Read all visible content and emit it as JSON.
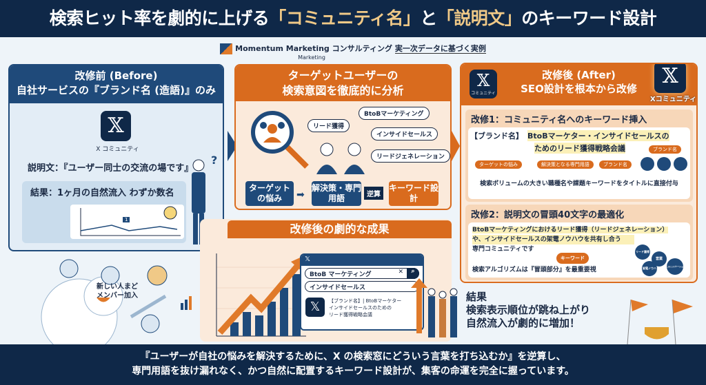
{
  "header": {
    "title_a": "検索ヒット率を劇的に上げる",
    "title_q1": "「コミュニティ名」",
    "title_b": "と",
    "title_q2": "「説明文」",
    "title_c": "のキーワード設計"
  },
  "brand": {
    "name": "Momentum Marketing",
    "sub": "Marketing",
    "company": "コンサルティング",
    "tagline": "実一次データに基づく実例"
  },
  "before": {
    "title1": "改修前 (Before)",
    "title2": "自社サービスの『ブランド名 (造語)』のみ",
    "app_label": "X コミュニティ",
    "description": "説明文：『ユーザー同士の交流の場です』",
    "question": "?",
    "result": "結果：1ヶ月の自然流入 わずか数名",
    "chart_marker": "1"
  },
  "analysis": {
    "title1": "ターゲットユーザーの",
    "title2": "検索意図を徹底的に分析",
    "bubbles": [
      "リード獲得",
      "BtoBマーケティング",
      "インサイドセールス",
      "リードジェネレーション"
    ],
    "flow": {
      "step1": "ターゲットの悩み",
      "step2": "解決策・専門用語",
      "arrow_label": "逆算",
      "step3": "キーワード設計"
    }
  },
  "after": {
    "title1": "改修後 (After)",
    "title2": "SEO設計を根本から改修",
    "app_label_small": "コミュニティ",
    "app_label_big": "Xコミュニティ",
    "fix1": {
      "heading": "改修1：コミュニティ名へのキーワード挿入",
      "brand": "【ブランド名】",
      "name1": "BtoBマーケター・インサイドセールスの",
      "name2": "ためのリード獲得戦略会議",
      "tags": [
        "ターゲットの悩み",
        "解決策となる専門用語",
        "ブランド名",
        "ブランド名"
      ],
      "note": "検索ボリュームの大きい職種名や課題キーワードをタイトルに直接付与"
    },
    "fix2": {
      "heading": "改修2：説明文の冒頭40文字の最適化",
      "line1": "BtoBマーケティングにおけるリード獲得（リードジェネレーション）",
      "line2": "や、インサイドセールスの架電ノウハウを共有し合う",
      "line3": "専門コミュニティです",
      "tag": "キーワード",
      "note": "検索アルゴリズムは『冒頭部分』を最重要視",
      "circles": [
        "リード獲得",
        "営業",
        "架電ノウハウ",
        "コミュニケーション"
      ]
    }
  },
  "results": {
    "title": "改修後の劇的な成果",
    "search": {
      "query1": "BtoB マーケティング",
      "query2": "インサイドセールス",
      "result_line1": "【ブランド名】| BtoBマーケター",
      "result_line2": "インサイドセールスのための",
      "result_line3": "リード獲得戦略会議"
    }
  },
  "outcome": {
    "l1": "結果",
    "l2": "検索表示順位が跳ね上がり",
    "l3": "自然流入が劇的に増加！"
  },
  "snowball": {
    "label1": "新しい人まど",
    "label2": "メンバー加入"
  },
  "footer": {
    "line1": "『ユーザーが自社の悩みを解決するために、X の検索窓にどういう言葉を打ち込むか』を逆算し、",
    "line2": "専門用語を抜け漏れなく、かつ自然に配置するキーワード設計が、集客の命運を完全に握っています。"
  },
  "colors": {
    "navy": "#0f2848",
    "blue": "#1f4a7a",
    "orange": "#d96b1e",
    "gold": "#f0c987"
  }
}
